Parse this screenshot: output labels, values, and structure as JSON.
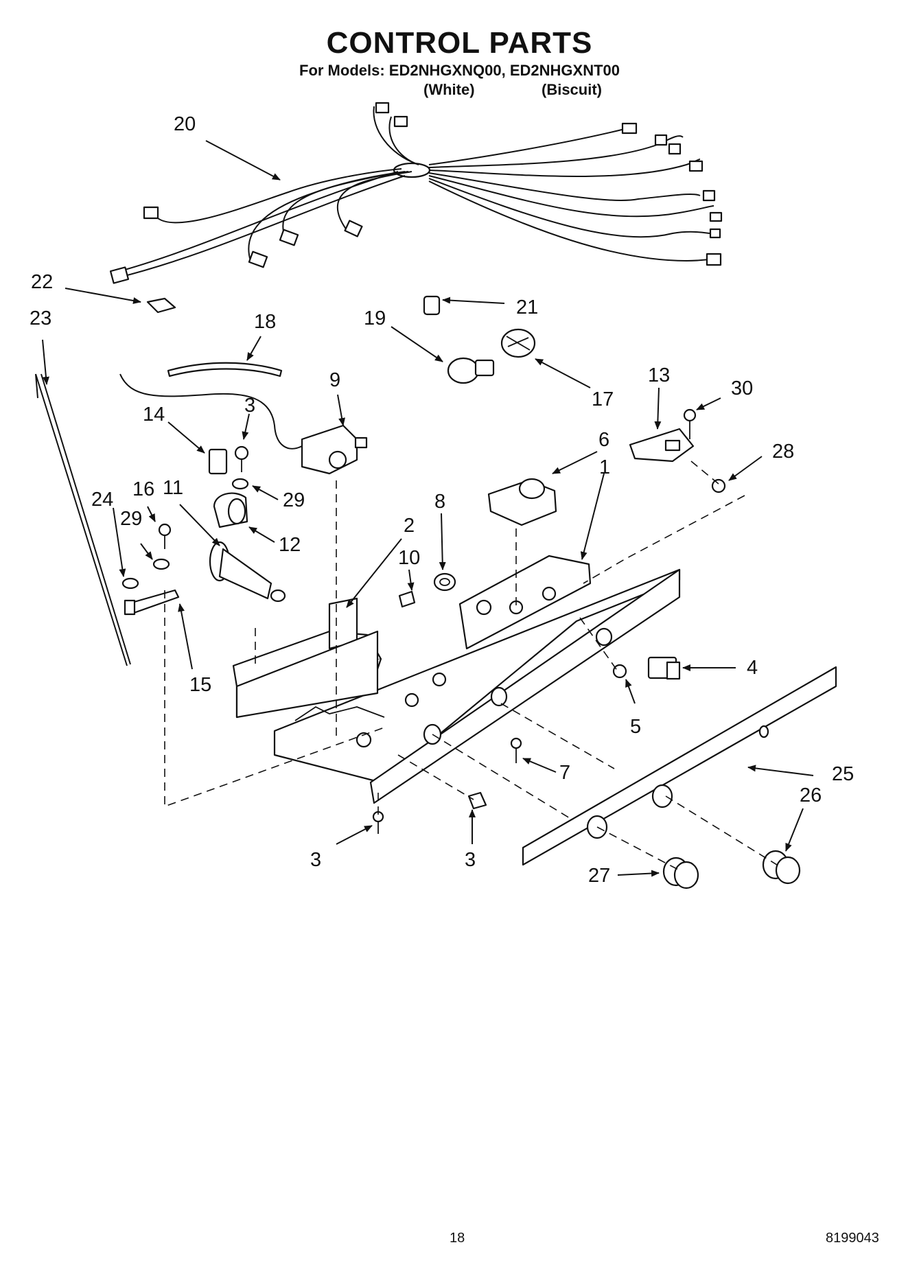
{
  "header": {
    "title": "CONTROL PARTS",
    "models": "For Models: ED2NHGXNQ00, ED2NHGXNT00",
    "variant_white": "(White)",
    "variant_biscuit": "(Biscuit)"
  },
  "callouts": [
    "20",
    "22",
    "23",
    "21",
    "19",
    "18",
    "17",
    "9",
    "3",
    "14",
    "13",
    "30",
    "28",
    "6",
    "1",
    "16",
    "11",
    "24",
    "29",
    "29",
    "12",
    "8",
    "2",
    "10",
    "15",
    "4",
    "5",
    "7",
    "25",
    "26",
    "3",
    "3",
    "27"
  ],
  "footer": {
    "page_number": "18",
    "document_number": "8199043"
  }
}
